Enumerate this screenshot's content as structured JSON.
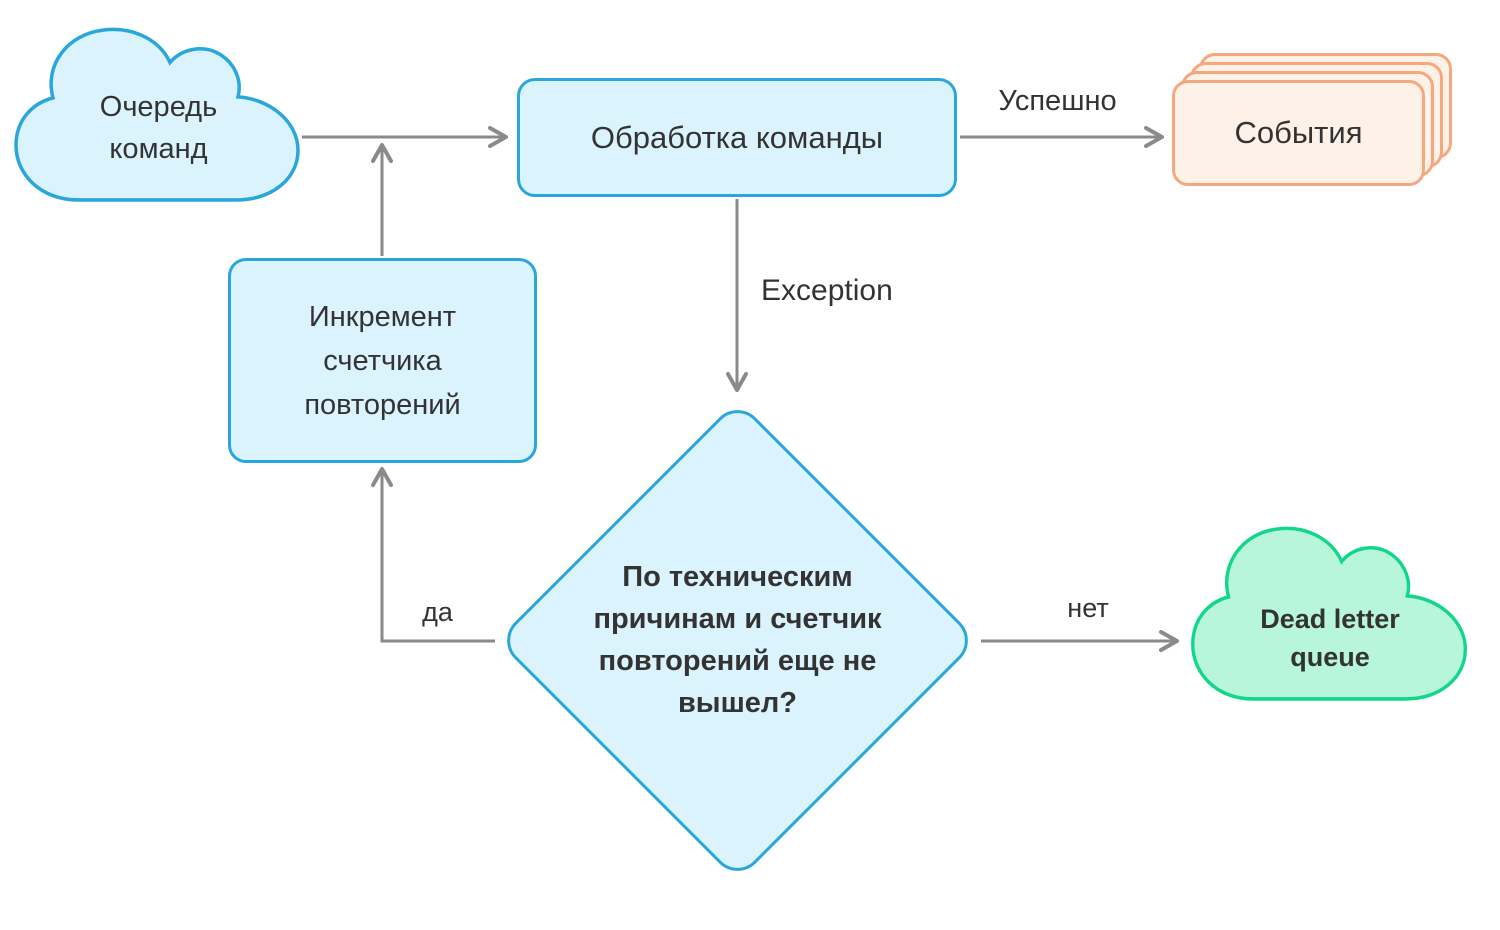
{
  "colors": {
    "blue_border": "#29a7da",
    "blue_fill": "#daf3fc",
    "orange_border": "#f5a87d",
    "orange_fill": "#fdf1e8",
    "green_border": "#12d78b",
    "green_fill": "#b8f6dc",
    "arrow": "#8a8a8a",
    "text": "#333333"
  },
  "nodes": {
    "command_queue": {
      "shape": "cloud",
      "lines": [
        "Очередь",
        "команд"
      ]
    },
    "process_command": {
      "shape": "rounded-rect",
      "label": "Обработка команды"
    },
    "events": {
      "shape": "card-stack",
      "label": "События"
    },
    "increment_retry": {
      "shape": "rounded-rect",
      "lines": [
        "Инкремент",
        "счетчика",
        "повторений"
      ]
    },
    "retry_decision": {
      "shape": "diamond",
      "lines": [
        "По техническим",
        "причинам и счетчик",
        "повторений еще не",
        "вышел?"
      ]
    },
    "dead_letter_queue": {
      "shape": "cloud",
      "lines": [
        "Dead letter",
        "queue"
      ]
    }
  },
  "edges": {
    "queue_to_process": {
      "from": "command_queue",
      "to": "process_command"
    },
    "increment_to_process": {
      "from": "increment_retry",
      "to": "process_command"
    },
    "success": {
      "from": "process_command",
      "to": "events",
      "label": "Успешно"
    },
    "exception": {
      "from": "process_command",
      "to": "retry_decision",
      "label": "Exception"
    },
    "yes": {
      "from": "retry_decision",
      "to": "increment_retry",
      "label": "да"
    },
    "no": {
      "from": "retry_decision",
      "to": "dead_letter_queue",
      "label": "нет"
    }
  }
}
